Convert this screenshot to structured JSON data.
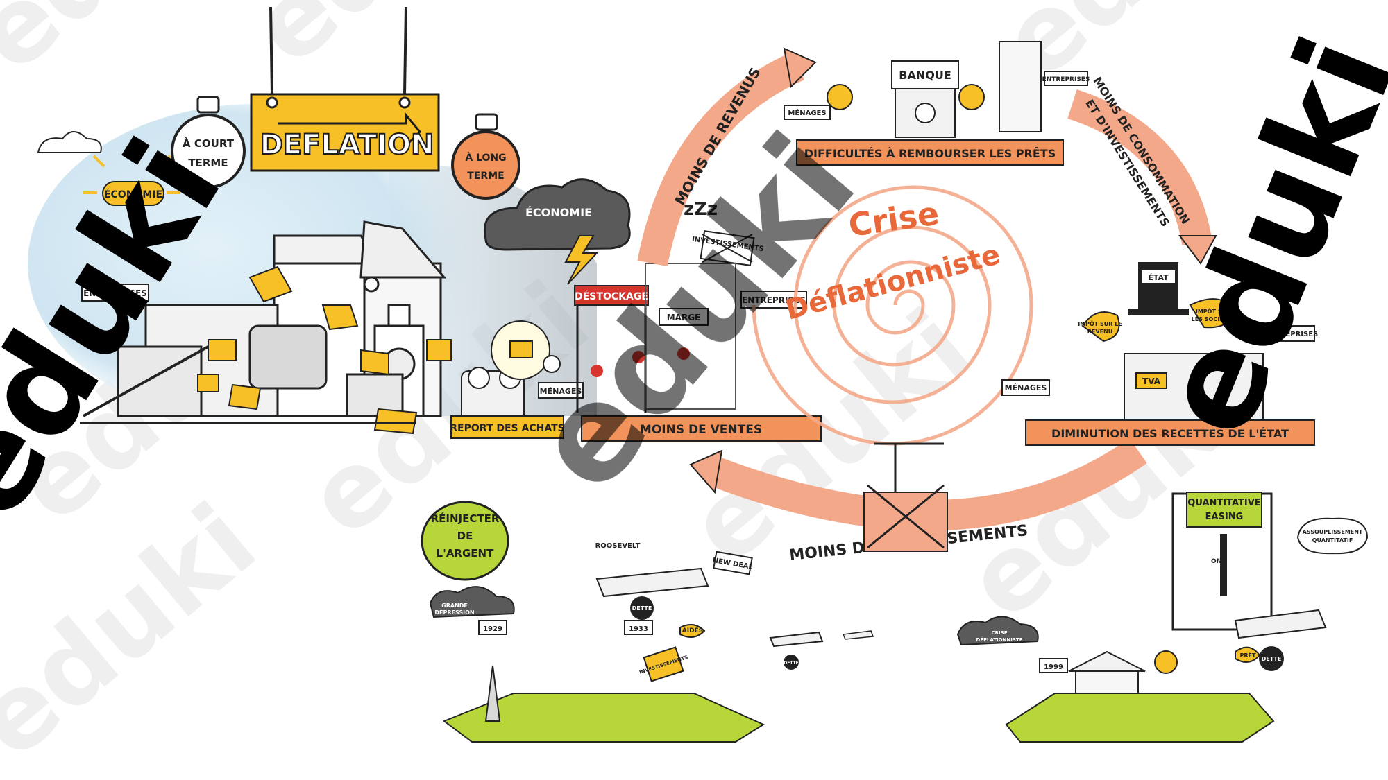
{
  "title_sign": "DEFLATION",
  "timers": {
    "short": [
      "À COURT",
      "TERME"
    ],
    "long": [
      "À LONG",
      "TERME"
    ]
  },
  "sun_label": "ÉCONOMIE",
  "cloud_label": "ÉCONOMIE",
  "entreprises_left": "ENTREPRISES",
  "menages_left": "MÉNAGES",
  "report_achats": "REPORT DES ACHATS",
  "destockage": "DÉSTOCKAGE",
  "marge": "MARGE",
  "investissements_sign": "INVESTISSEMENTS",
  "entreprises_mid": "ENTREPRISES",
  "moins_ventes": "MOINS DE VENTES",
  "moins_revenus": "MOINS DE REVENUS",
  "zzz": "zZz",
  "banque": "BANQUE",
  "menages_top": "MÉNAGES",
  "entreprises_top": "ENTREPRISES",
  "difficultes": "DIFFICULTÉS À REMBOURSER LES PRÊTS",
  "moins_conso": [
    "MOINS DE CONSOMMATION",
    "ET D'INVESTISSEMENTS"
  ],
  "crise": "Crise",
  "deflationniste": "Déflationniste",
  "etat": "ÉTAT",
  "impot_revenu": [
    "IMPÔT SUR LE",
    "REVENU"
  ],
  "impot_societes": [
    "IMPÔT SUR",
    "LES SOCIÉTÉS"
  ],
  "tva": "TVA",
  "menages_right": "MÉNAGES",
  "entreprises_right": "ENTREPRISES",
  "diminution": "DIMINUTION DES RECETTES DE L'ÉTAT",
  "moins_invest": "MOINS D'INVESTISSEMENTS",
  "reinjecter": [
    "RÉINJECTER",
    "DE",
    "L'ARGENT"
  ],
  "roosevelt": "ROOSEVELT",
  "new_deal": "NEW DEAL",
  "dette_1": "DETTE",
  "dette_2": "DETTE",
  "dette_3": "DETTE",
  "grande_depression": [
    "GRANDE",
    "DÉPRESSION"
  ],
  "year_1929": "1929",
  "year_1933": "1933",
  "year_1999": "1999",
  "aides": "AIDES",
  "investissements_case": "INVESTISSEMENTS",
  "crise_defl_cloud": [
    "CRISE",
    "DÉFLATIONNISTE"
  ],
  "quantitative_easing": [
    "QUANTITATIVE",
    "EASING"
  ],
  "on_label": "ON",
  "assouplissement": [
    "ASSOUPLISSEMENT",
    "QUANTITATIF"
  ],
  "pret": "PRÊT",
  "watermark": "eduki",
  "colors": {
    "yellow": "#f6c026",
    "orange": "#f2935c",
    "salmon": "#f4a88a",
    "green": "#b6d63a",
    "sky": "#d6eaf4",
    "ink": "#1d1d1d"
  }
}
